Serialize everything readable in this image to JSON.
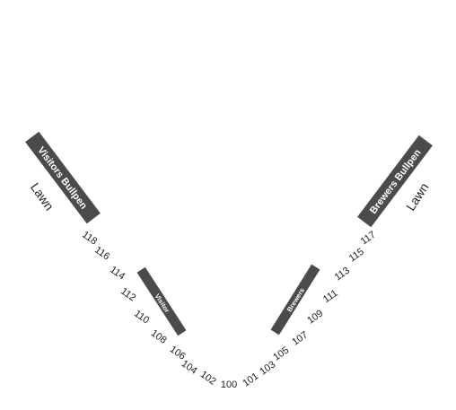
{
  "map": {
    "bullpens": {
      "visitors": {
        "label": "Visitors Bullpen"
      },
      "brewers": {
        "label": "Brewers Bullpen"
      }
    },
    "dugouts": {
      "visitor": {
        "label": "Visitor"
      },
      "brewers": {
        "label": "Brewers"
      }
    },
    "lawn_left": "Lawn",
    "lawn_right": "Lawn",
    "sections_left": [
      "118",
      "116",
      "114",
      "112",
      "110",
      "108",
      "106",
      "104",
      "102"
    ],
    "section_home": "100",
    "sections_right": [
      "101",
      "103",
      "105",
      "107",
      "109",
      "111",
      "113",
      "115",
      "117"
    ],
    "colors": {
      "block": "#4b4b4b",
      "text": "#222222",
      "background": "#ffffff"
    }
  }
}
